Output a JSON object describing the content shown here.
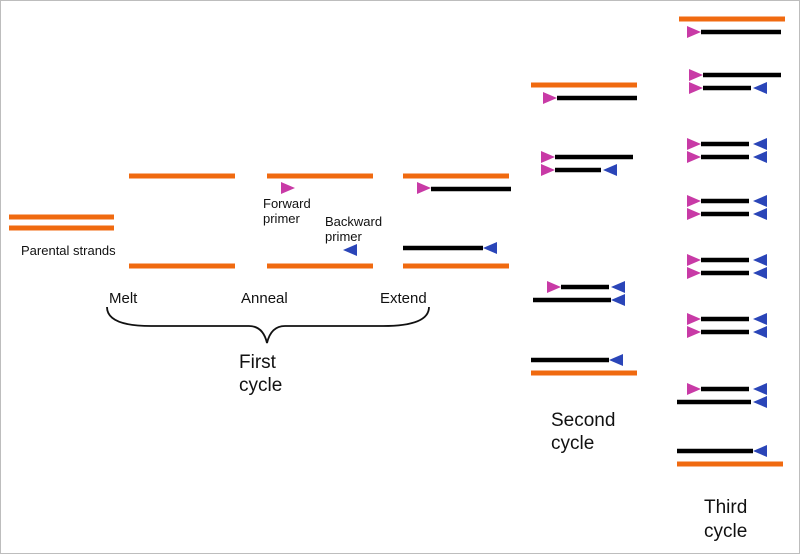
{
  "colors": {
    "parental_strand": "#f06a10",
    "new_strand": "#000000",
    "forward_primer": "#c83aa6",
    "backward_primer": "#2a45b8",
    "text": "#111111"
  },
  "labels": {
    "parental_strands": "Parental strands",
    "forward_primer_line1": "Forward",
    "forward_primer_line2": "primer",
    "backward_primer_line1": "Backward",
    "backward_primer_line2": "primer",
    "step_melt": "Melt",
    "step_anneal": "Anneal",
    "step_extend": "Extend",
    "first_cycle_line1": "First",
    "first_cycle_line2": "cycle",
    "second_cycle_line1": "Second",
    "second_cycle_line2": "cycle",
    "third_cycle_line1": "Third",
    "third_cycle_line2": "cycle"
  },
  "icons": {
    "forward_primer": "magenta-right-arrow-icon",
    "backward_primer": "blue-left-arrow-icon"
  }
}
